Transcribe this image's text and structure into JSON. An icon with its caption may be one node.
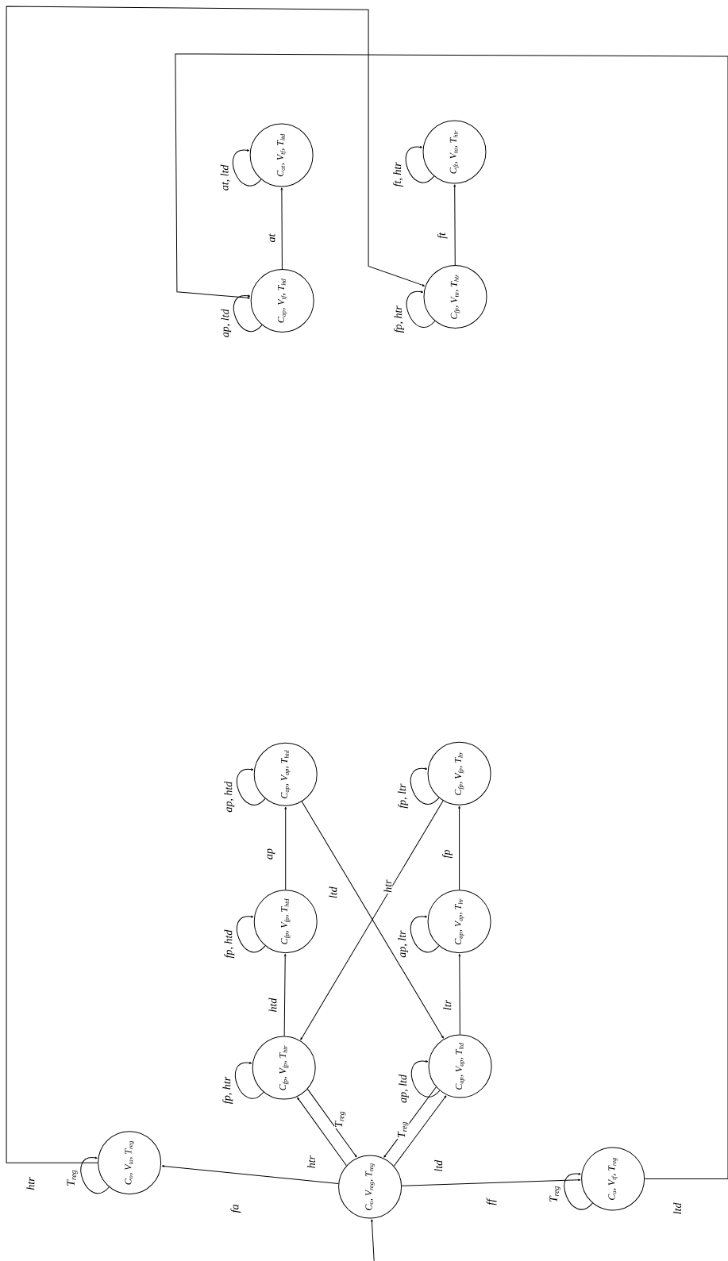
{
  "diagram": {
    "nodes": [
      {
        "text": [
          "C$_{o}$, V$_{reg}$, T$_{reg}$"
        ]
      },
      {
        "text": [
          "C$_{o}$, V$_{ta}$, T$_{reg}$"
        ]
      },
      {
        "text": [
          "C$_{o}$, V$_{tf}$, T$_{reg}$"
        ]
      },
      {
        "text": [
          "C$_{fp}$, V$_{fp}$, T$_{htr}$"
        ]
      },
      {
        "text": [
          "C$_{ap}$, V$_{ap}$, T$_{ltd}$"
        ]
      },
      {
        "text": [
          "C$_{fp}$, V$_{fp}$, T$_{htd}$"
        ]
      },
      {
        "text": [
          "C$_{ap}$, V$_{ap}$, T$_{ltr}$"
        ]
      },
      {
        "text": [
          "C$_{ap}$, V$_{ap}$, T$_{htd}$"
        ]
      },
      {
        "text": [
          "C$_{fp}$, V$_{fp}$, T$_{ltr}$"
        ]
      },
      {
        "text": [
          "C$_{ap}$, V$_{tf}$, T$_{ltd}$"
        ]
      },
      {
        "text": [
          "C$_{at}$, V$_{tf}$, T$_{ltd}$"
        ]
      },
      {
        "text": [
          "C$_{fp}$, V$_{ta}$, T$_{htr}$"
        ]
      },
      {
        "text": [
          "C$_{ft}$, V$_{ta}$, T$_{htr}$"
        ]
      }
    ],
    "edges": [
      {
        "from": null,
        "to": 0,
        "arrow": "to"
      },
      {
        "from": 0,
        "to": 1,
        "arrow": "to",
        "label": "fa"
      },
      {
        "from": 0,
        "to": 2,
        "arrow": "to",
        "label": "ff"
      },
      {
        "from": 0,
        "to": 3,
        "arrow": "to",
        "label": "htr"
      },
      {
        "from": 3,
        "to": 0,
        "arrow": "to",
        "label": "T$_{reg}$"
      },
      {
        "from": 0,
        "to": 4,
        "arrow": "to",
        "label": "ltd"
      },
      {
        "from": 4,
        "to": 0,
        "arrow": "to",
        "label": "T$_{reg}$"
      },
      {
        "from": 3,
        "to": 5,
        "arrow": "to",
        "label": "htd"
      },
      {
        "from": 5,
        "to": 7,
        "arrow": "to",
        "label": "ap"
      },
      {
        "from": 7,
        "to": 4,
        "arrow": "to",
        "label": "ltd"
      },
      {
        "from": 4,
        "to": 6,
        "arrow": "to",
        "label": "ltr"
      },
      {
        "from": 6,
        "to": 8,
        "arrow": "to",
        "label": "fp"
      },
      {
        "from": 8,
        "to": 3,
        "arrow": "to",
        "label": "htr"
      },
      {
        "from": 9,
        "to": 10,
        "arrow": "to",
        "label": "at"
      },
      {
        "from": 11,
        "to": 12,
        "arrow": "to",
        "label": "ft"
      },
      {
        "from": 1,
        "to": 11,
        "arrow": "to",
        "label": "htr"
      },
      {
        "from": 2,
        "to": 9,
        "arrow": "to",
        "label": "ltd"
      },
      {
        "from": 1,
        "to": 1,
        "arrow": "to",
        "label": "T$_{reg}$"
      },
      {
        "from": 2,
        "to": 2,
        "arrow": "to",
        "label": "T$_{reg}$"
      },
      {
        "from": 3,
        "to": 3,
        "arrow": "to",
        "label": "fp, htr"
      },
      {
        "from": 4,
        "to": 4,
        "arrow": "to",
        "label": "ap, ltd"
      },
      {
        "from": 5,
        "to": 5,
        "arrow": "to",
        "label": "fp, htd"
      },
      {
        "from": 6,
        "to": 6,
        "arrow": "to",
        "label": "ap, ltr"
      },
      {
        "from": 7,
        "to": 7,
        "arrow": "to",
        "label": "ap, htd"
      },
      {
        "from": 8,
        "to": 8,
        "arrow": "to",
        "label": "fp, ltr"
      },
      {
        "from": 9,
        "to": 9,
        "arrow": "to",
        "label": "ap, ltd"
      },
      {
        "from": 10,
        "to": 10,
        "arrow": "to",
        "label": "at, ltd"
      },
      {
        "from": 11,
        "to": 11,
        "arrow": "to",
        "label": "fp, htr"
      },
      {
        "from": 12,
        "to": 12,
        "arrow": "to",
        "label": "ft, htr"
      }
    ]
  }
}
